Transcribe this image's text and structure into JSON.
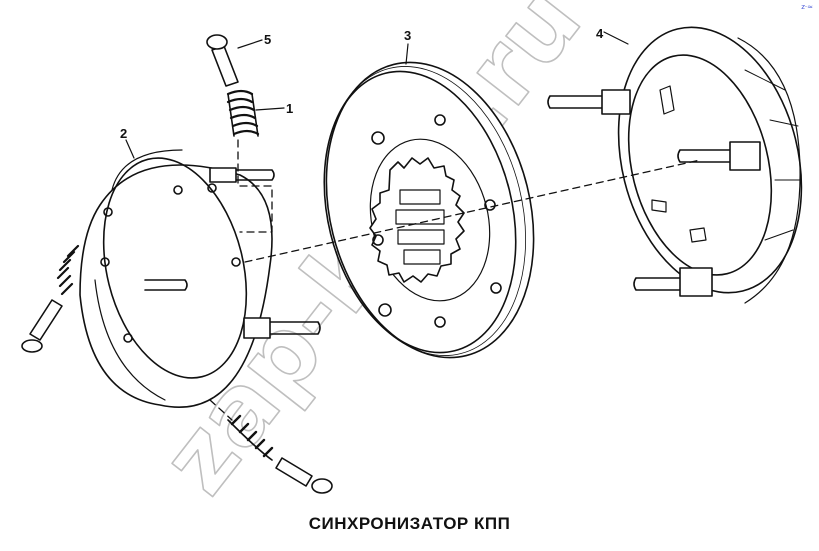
{
  "caption": "СИНХРОНИЗАТОР КПП",
  "callouts": [
    {
      "id": "5",
      "label": "5"
    },
    {
      "id": "1",
      "label": "1"
    },
    {
      "id": "3",
      "label": "3"
    },
    {
      "id": "4",
      "label": "4"
    },
    {
      "id": "2",
      "label": "2"
    }
  ],
  "watermark": "zap-kom.ru",
  "corner_mark": "z·≈",
  "colors": {
    "ink": "#111111",
    "watermark": "#bfbfbf",
    "corner": "#4a5ad8"
  }
}
